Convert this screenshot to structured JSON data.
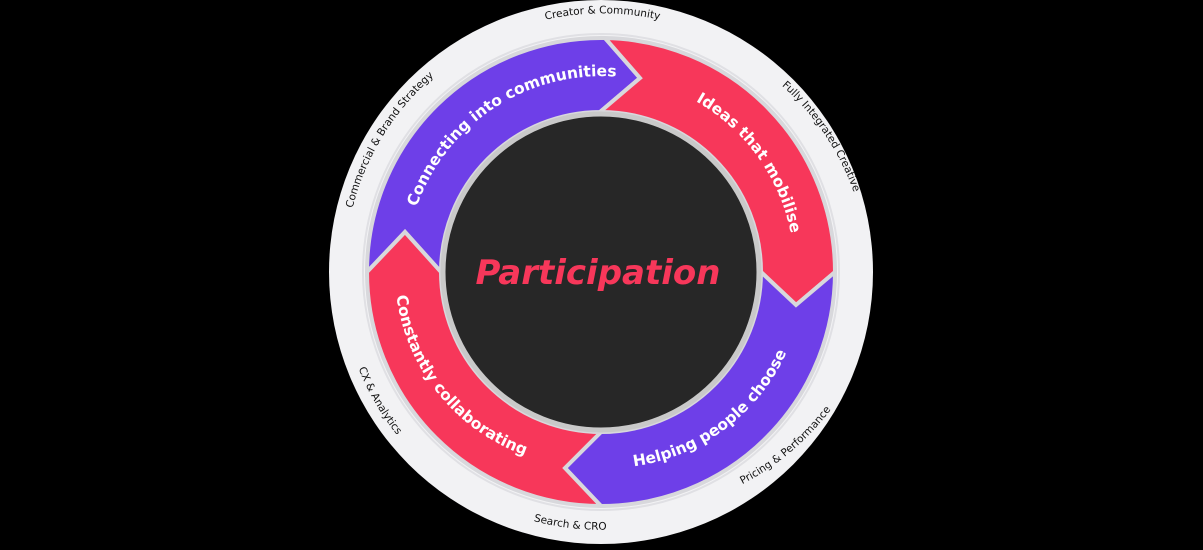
{
  "diagram": {
    "center": {
      "label": "Participation",
      "color": "#f7375a",
      "fill": "#272727",
      "border": "#c9c9c9"
    },
    "colors": {
      "purple": "#6e3fe8",
      "red": "#f7375a",
      "outer_ring": "#f2f2f4",
      "separator": "#d5d5d8",
      "background": "#000000"
    },
    "segments": [
      {
        "label": "Connecting into communities",
        "color": "purple"
      },
      {
        "label": "Ideas that mobilise",
        "color": "red"
      },
      {
        "label": "Helping people choose",
        "color": "purple"
      },
      {
        "label": "Constantly collaborating",
        "color": "red"
      }
    ],
    "outer_labels": [
      "Creator & Community",
      "Fully Integrated Creative",
      "Pricing & Performance",
      "Search & CRO",
      "CX & Analytics",
      "Commercial & Brand Strategy"
    ]
  }
}
